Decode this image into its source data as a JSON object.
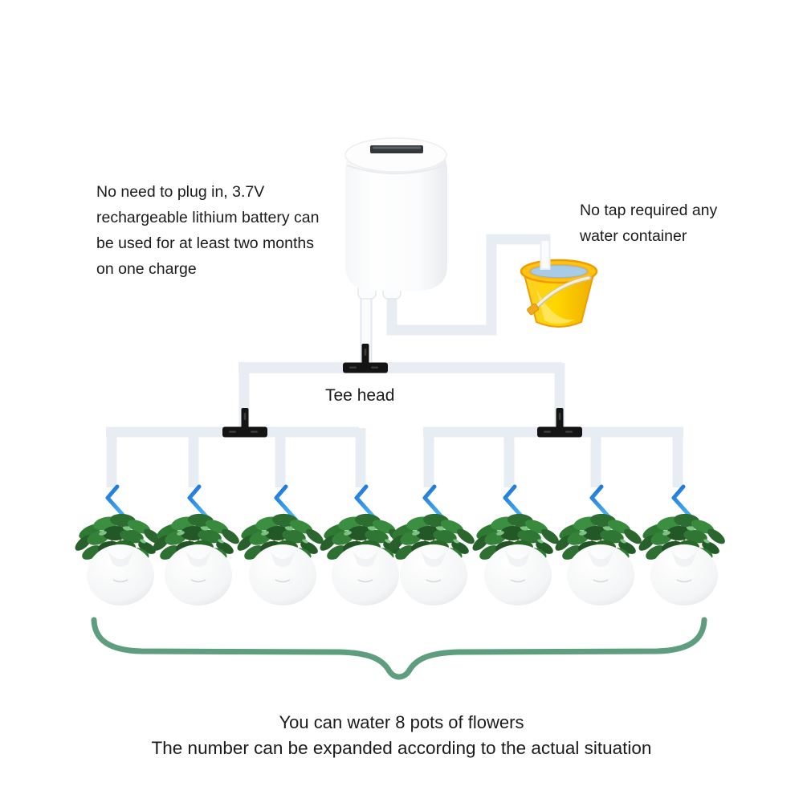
{
  "texts": {
    "left_note": {
      "lines": [
        "No need to plug in, 3.7V",
        "rechargeable lithium battery can",
        "be used for at least two months",
        "on one charge"
      ]
    },
    "right_note": {
      "lines": [
        "No tap required any",
        "water container"
      ]
    },
    "tee_label": "Tee head",
    "bottom_caption": {
      "line1": "You can water 8 pots of flowers",
      "line2": "The number can be expanded according to the actual situation"
    }
  },
  "diagram": {
    "pot_count": 8,
    "tee_count": 3,
    "icons": [
      "water-pump-icon",
      "water-bucket-icon",
      "tee-connector-icon",
      "drip-arrow-icon",
      "plant-pot-icon",
      "brace-icon"
    ]
  },
  "colors": {
    "text": "#1b1b1b",
    "tube": "#e8edf4",
    "tube_white": "#fafbfd",
    "tube_white_edge": "#e3e7ed",
    "tee": "#141414",
    "drip_top": "#1a72d8",
    "drip_tip": "#4cb4f2",
    "bucket_body": "#ffd600",
    "bucket_rim": "#ffc413",
    "bucket_outline": "#f09c00",
    "bucket_highlight": "#ffe766",
    "water": "#a8cce6",
    "handle": "#f7efd8",
    "brace_green": "#5e9e7e",
    "pump_white": "#fdfdfe",
    "pump_shade": "#eef0f3",
    "slot_dark": "#33373b",
    "plant_dark": "#235427",
    "plant_mid": "#2f7a33",
    "plant_light": "#3a8f40",
    "pot_white": "#fdfdfd"
  }
}
